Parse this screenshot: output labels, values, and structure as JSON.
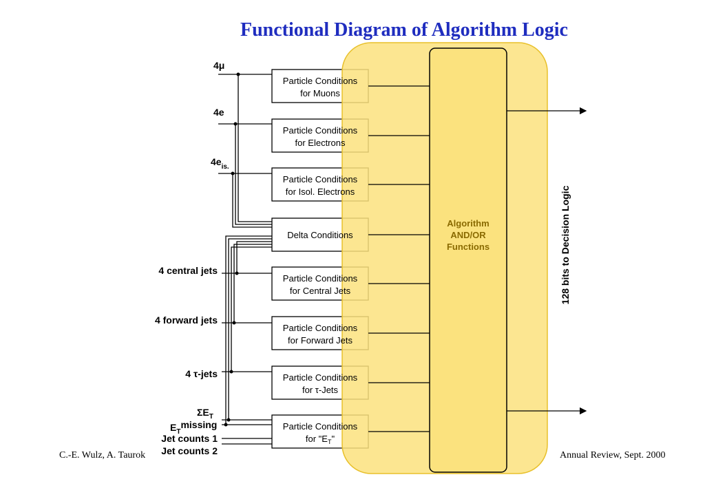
{
  "title": "Functional Diagram of Algorithm Logic",
  "footer": {
    "left": "C.-E. Wulz, A. Taurok",
    "right": "Annual Review, Sept. 2000"
  },
  "inputs": {
    "muons": "4μ",
    "electrons": "4e",
    "isol_electrons": "4e",
    "isol_sub": "is.",
    "central_jets": "4 central jets",
    "forward_jets": "4 forward jets",
    "tau_jets": "4 τ-jets",
    "sum_et": "ΣE",
    "sum_et_sub": "T",
    "et_missing": "E",
    "et_missing_sub": "T",
    "et_missing_word": "missing",
    "jet_counts_1": "Jet counts 1",
    "jet_counts_2": "Jet counts 2"
  },
  "boxes": {
    "muons": [
      "Particle Conditions",
      "for Muons"
    ],
    "electrons": [
      "Particle Conditions",
      "for Electrons"
    ],
    "isol_electrons": [
      "Particle Conditions",
      "for Isol. Electrons"
    ],
    "delta": [
      "Delta Conditions"
    ],
    "central_jets": [
      "Particle Conditions",
      "for Central Jets"
    ],
    "forward_jets": [
      "Particle Conditions",
      "for Forward Jets"
    ],
    "tau_jets": [
      "Particle Conditions",
      "for τ-Jets"
    ],
    "et": [
      "Particle Conditions",
      "for \"E",
      "T",
      "\""
    ]
  },
  "algorithm": [
    "Algorithm",
    "AND/OR",
    "Functions"
  ],
  "output_label": "128 bits to Decision Logic",
  "colors": {
    "title": "#1f2dbf",
    "highlight": "#fbe27e",
    "highlight_border": "#e8c02a",
    "algorithm_text": "#8a6a00"
  }
}
